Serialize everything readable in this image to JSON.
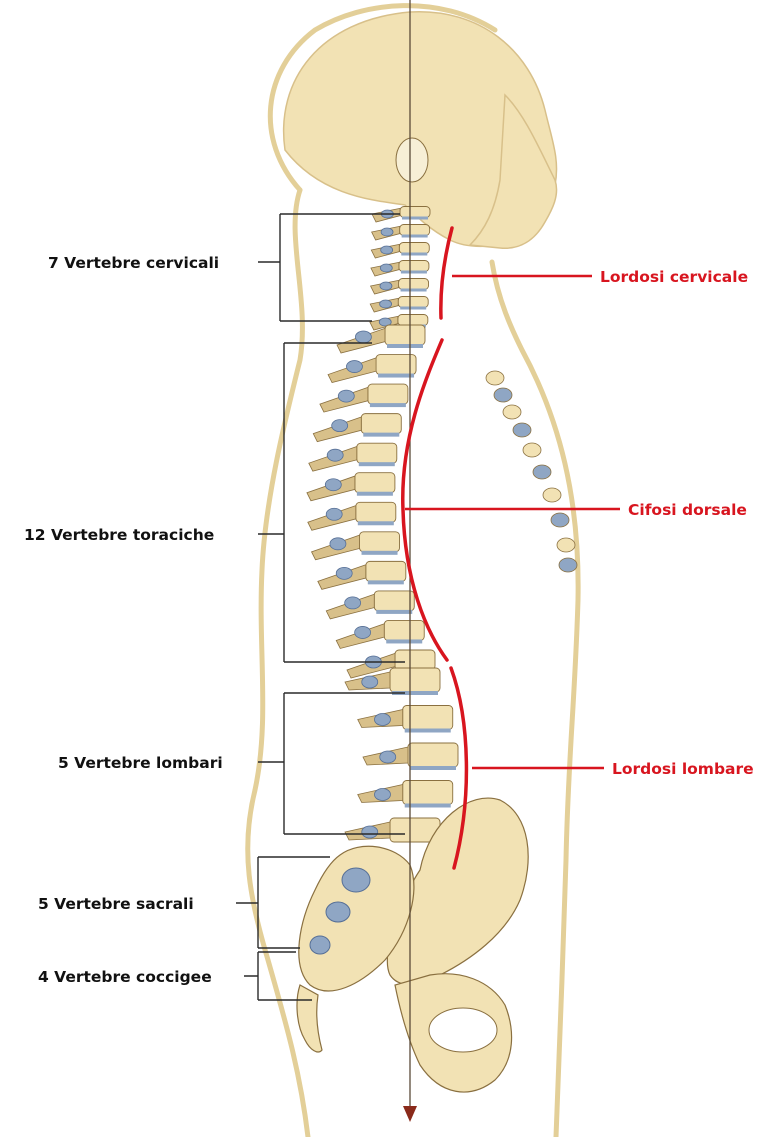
{
  "colors": {
    "bone": "#f2e2b4",
    "bone_shade": "#d8c08a",
    "bone_outline": "#8a7040",
    "disc": "#8fa6c4",
    "disc_dark": "#566f96",
    "outline": "#e3cf98",
    "curve_red": "#d8151f",
    "plumb_line": "#5a4a38",
    "arrow": "#8a2a1a"
  },
  "icons": {
    "figure": "spine-lateral-illustration",
    "arrow": "plumb-line-arrow-down"
  },
  "left_labels": [
    {
      "text": "7 Vertebre cervicali"
    },
    {
      "text": "12 Vertebre toraciche"
    },
    {
      "text": "5 Vertebre lombari"
    },
    {
      "text": "5 Vertebre sacrali"
    },
    {
      "text": "4 Vertebre coccigee"
    }
  ],
  "right_labels": [
    {
      "text": "Lordosi cervicale"
    },
    {
      "text": "Cifosi dorsale"
    },
    {
      "text": "Lordosi lombare"
    }
  ]
}
